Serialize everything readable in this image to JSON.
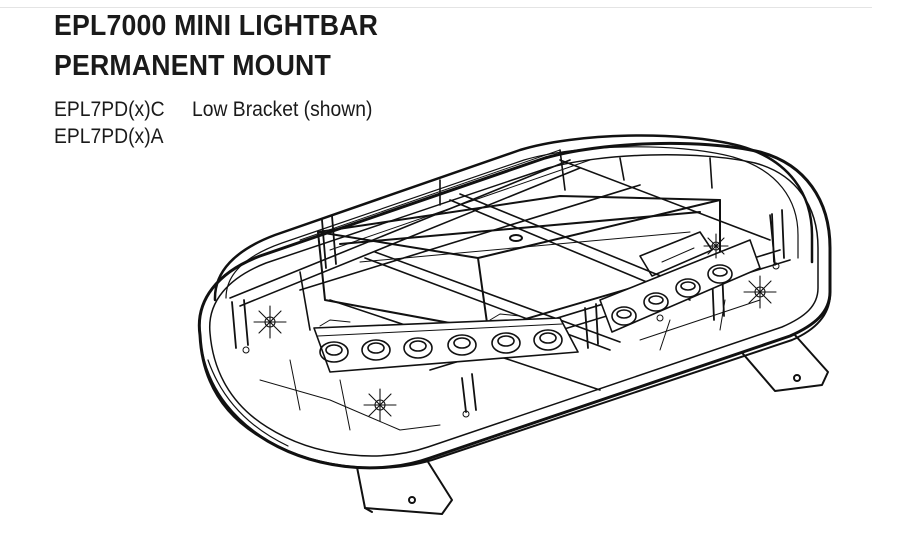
{
  "document": {
    "title_line1": "EPL7000 MINI LIGHTBAR",
    "title_line2": "PERMANENT MOUNT",
    "models": [
      {
        "code": "EPL7PD(x)C",
        "note": "Low Bracket (shown)"
      },
      {
        "code": "EPL7PD(x)A",
        "note": ""
      }
    ]
  },
  "colors": {
    "text": "#1a1a1a",
    "line": "#111111",
    "background": "#ffffff"
  }
}
